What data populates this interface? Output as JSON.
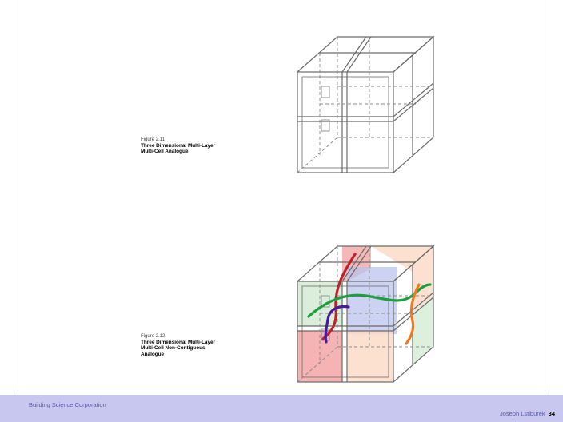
{
  "figure1": {
    "number": "Figure 2.11",
    "title_line1": "Three Dimensional Multi-Layer",
    "title_line2": "Multi-Cell Analogue"
  },
  "figure2": {
    "number": "Figure 2.12",
    "title_line1": "Three Dimensional Multi-Layer",
    "title_line2": "Multi-Cell Non-Contiguous",
    "title_line3": "Analogue",
    "colors": {
      "red_path": "#c0202a",
      "green_path": "#1e9e3e",
      "purple_path": "#4a1a9a",
      "orange_path": "#f07820",
      "red_fill": "#f2a0a0",
      "peach_fill": "#fbd9c4",
      "blue_fill": "#b9c3ee",
      "green_fill": "#cfe8cf"
    }
  },
  "footer": {
    "left": "Building Science Corporation",
    "author": "Joseph Lstiburek",
    "page": "34",
    "background": "#c7c7ef"
  }
}
